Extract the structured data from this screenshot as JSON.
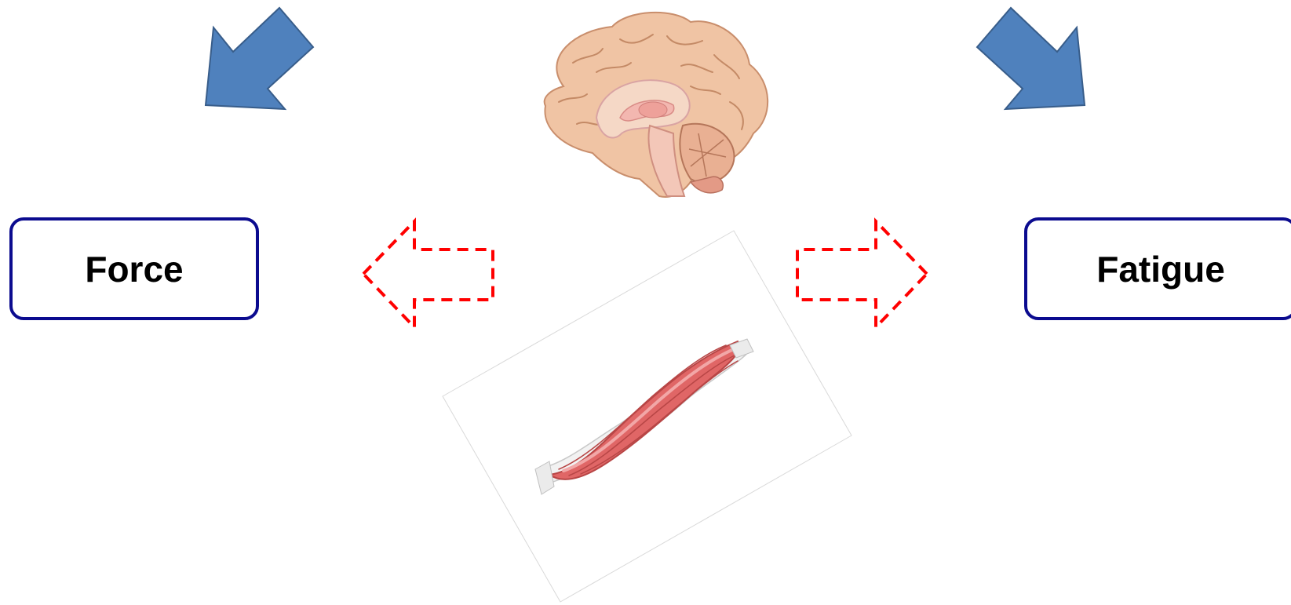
{
  "diagram": {
    "labels": {
      "left": "Force",
      "right": "Fatigue"
    },
    "images": {
      "top": "brain-sagittal-illustration",
      "center": "skeletal-muscle-illustration"
    },
    "arrows": {
      "top_left": "solid-arrow-down-left",
      "top_right": "solid-arrow-down-right",
      "middle_left": "dashed-arrow-left",
      "middle_right": "dashed-arrow-right"
    },
    "colors": {
      "solid_arrow_fill": "#4f81bd",
      "solid_arrow_stroke": "#385d8a",
      "dashed_arrow": "#ff0000",
      "label_border": "#0b0b8f",
      "label_text": "#000000"
    }
  }
}
